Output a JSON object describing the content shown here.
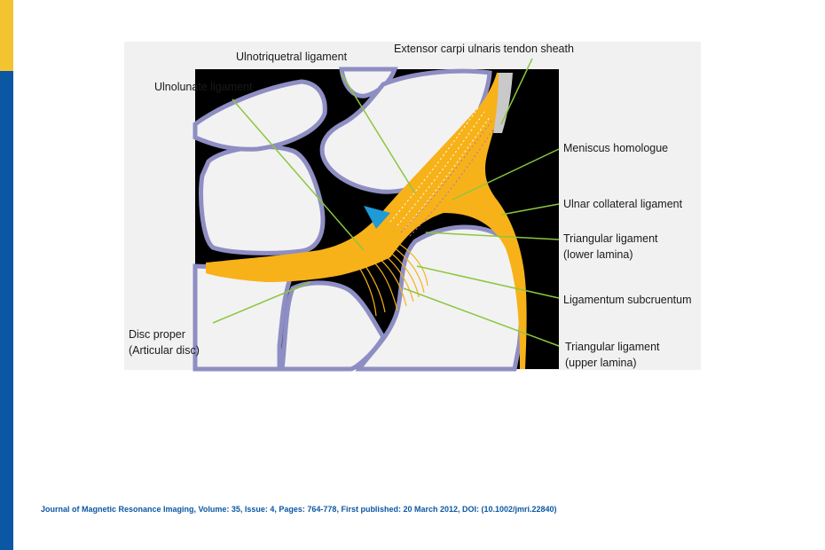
{
  "diagram": {
    "labels": {
      "ulnotriquetral": "Ulnotriquetral ligament",
      "ecu_sheath": "Extensor carpi ulnaris tendon sheath",
      "ulnolunate": "Ulnolunate ligament",
      "meniscus": "Meniscus homologue",
      "ulnar_collateral": "Ulnar collateral ligament",
      "triangular_lower_1": "Triangular ligament",
      "triangular_lower_2": "(lower lamina)",
      "subcruentum": "Ligamentum subcruentum",
      "disc_1": "Disc proper",
      "disc_2": "(Articular disc)",
      "triangular_upper_1": "Triangular ligament",
      "triangular_upper_2": "(upper lamina)"
    },
    "colors": {
      "ligament": "#f7b21a",
      "bone": "#f2f2f2",
      "cartilage": "#8e8ec4",
      "background": "#000000",
      "leader": "#8cc63f",
      "recess": "#1e9ad6"
    }
  },
  "citation": "Journal of Magnetic Resonance Imaging, Volume: 35, Issue: 4, Pages: 764-778, First published: 20 March 2012, DOI: (10.1002/jmri.22840)",
  "colors": {
    "accent_blue": "#0b57a4",
    "accent_yellow": "#f4c430"
  }
}
